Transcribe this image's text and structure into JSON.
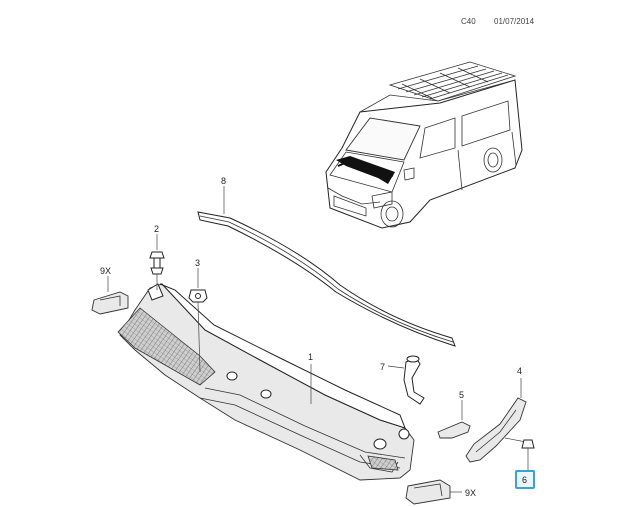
{
  "header": {
    "code": "C40",
    "date": "01/07/2014"
  },
  "callouts": {
    "p1": "1",
    "p2": "2",
    "p3": "3",
    "p4": "4",
    "p5": "5",
    "p6": "6",
    "p7": "7",
    "p8": "8",
    "p9a": "9X",
    "p9b": "9X"
  },
  "colors": {
    "highlight": "#3aa0d8",
    "highlight_fill": "#eaf5fc"
  }
}
